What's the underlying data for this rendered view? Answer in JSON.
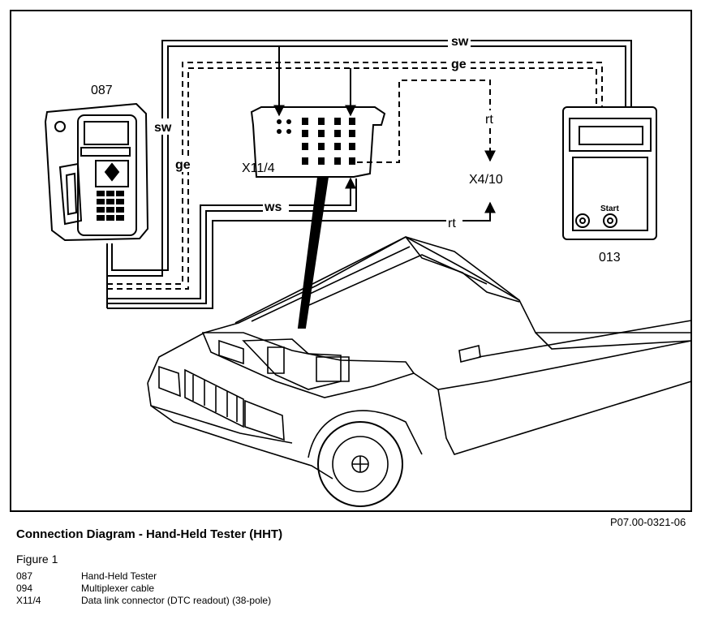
{
  "labels": {
    "hht_id": "087",
    "tester_id": "013",
    "connector_id": "X11/4",
    "socket_id": "X4/10",
    "wire_sw_top": "sw",
    "wire_ge_top": "ge",
    "wire_sw_left": "sw",
    "wire_ge_left": "ge",
    "wire_ws": "ws",
    "wire_rt_right": "rt",
    "wire_rt_bottom": "rt",
    "start_button": "Start"
  },
  "reference": "P07.00-0321-06",
  "title": "Connection Diagram - Hand-Held Tester (HHT)",
  "figure": "Figure 1",
  "legend": [
    {
      "code": "087",
      "text": "Hand-Held Tester"
    },
    {
      "code": "094",
      "text": "Multiplexer cable"
    },
    {
      "code": "X11/4",
      "text": "Data link connector (DTC readout) (38-pole)"
    }
  ]
}
